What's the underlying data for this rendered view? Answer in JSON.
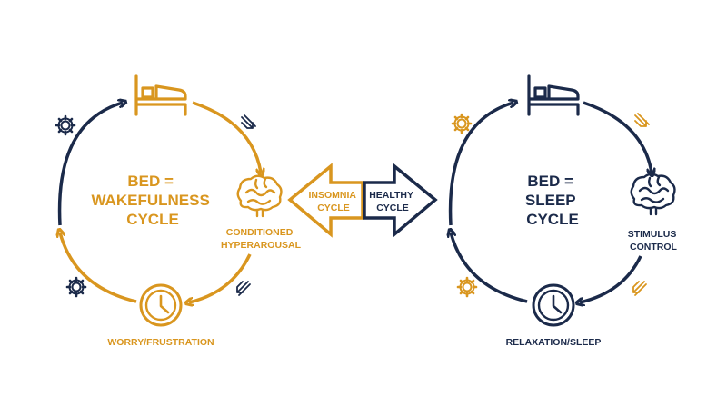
{
  "colors": {
    "orange": "#D9961F",
    "navy": "#1B2A4A",
    "background": "#FFFFFF"
  },
  "left_cycle": {
    "title_line1": "BED =",
    "title_line2": "WAKEFULNESS",
    "title_line3": "CYCLE",
    "node_right_line1": "CONDITIONED",
    "node_right_line2": "HYPERAROUSAL",
    "node_bottom": "WORRY/FRUSTRATION",
    "icons": [
      "bed-icon",
      "brain-icon",
      "clock-icon",
      "gear-icon",
      "gear-icon",
      "double-arrow-icon",
      "double-arrow-icon"
    ]
  },
  "center_arrow": {
    "left_line1": "INSOMNIA",
    "left_line2": "CYCLE",
    "right_line1": "HEALTHY",
    "right_line2": "CYCLE"
  },
  "right_cycle": {
    "title_line1": "BED =",
    "title_line2": "SLEEP",
    "title_line3": "CYCLE",
    "node_right_line1": "STIMULUS",
    "node_right_line2": "CONTROL",
    "node_bottom": "RELAXATION/SLEEP",
    "icons": [
      "bed-icon",
      "brain-icon",
      "clock-icon",
      "gear-icon",
      "gear-icon",
      "double-arrow-icon",
      "double-arrow-icon"
    ]
  }
}
